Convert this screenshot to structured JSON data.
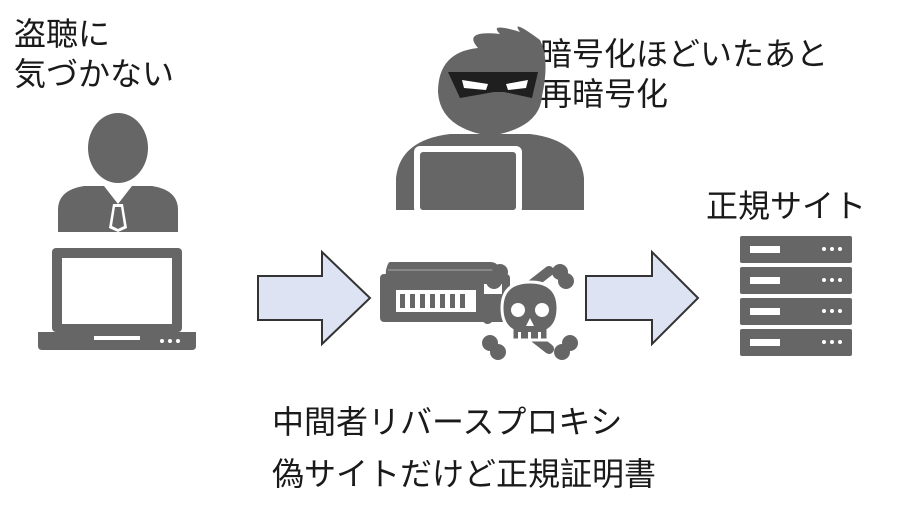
{
  "victim": {
    "lines": [
      "盗聴に",
      "気づかない"
    ]
  },
  "attacker": {
    "lines": [
      "暗号化ほどいたあと",
      "再暗号化"
    ]
  },
  "legit_site": {
    "label": "正規サイト"
  },
  "proxy": {
    "lines": [
      "中間者リバースプロキシ",
      "偽サイトだけど正規証明書"
    ]
  },
  "colors": {
    "icon": "#666666",
    "arrow_fill": "#dde3f3",
    "arrow_stroke": "#333333",
    "text": "#1a1a1a"
  },
  "icons": [
    "user-icon",
    "laptop-icon",
    "hacker-icon",
    "router-icon",
    "skull-crossbones-icon",
    "server-icon",
    "arrow-right-icon"
  ]
}
